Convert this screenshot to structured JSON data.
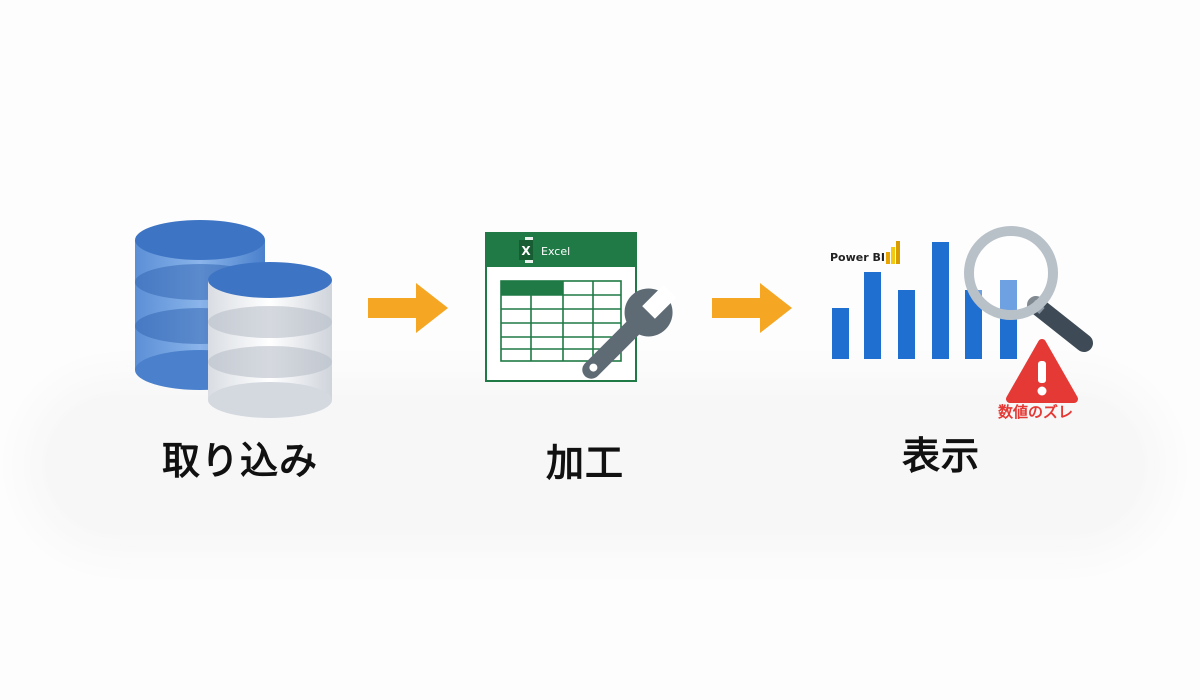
{
  "steps": [
    {
      "label": "取り込み",
      "icon": "database-icon"
    },
    {
      "label": "加工",
      "icon": "excel-spreadsheet-icon",
      "app_label": "Excel"
    },
    {
      "label": "表示",
      "icon": "power-bi-chart-icon",
      "app_label": "Power BI"
    }
  ],
  "warning": {
    "text": "数値のズレ",
    "icon": "warning-icon"
  },
  "colors": {
    "arrow": "#f5a623",
    "db_blue": "#3d74c4",
    "excel_green": "#1f7a45",
    "chart_blue": "#1f6fd1",
    "warning_red": "#e53935"
  }
}
